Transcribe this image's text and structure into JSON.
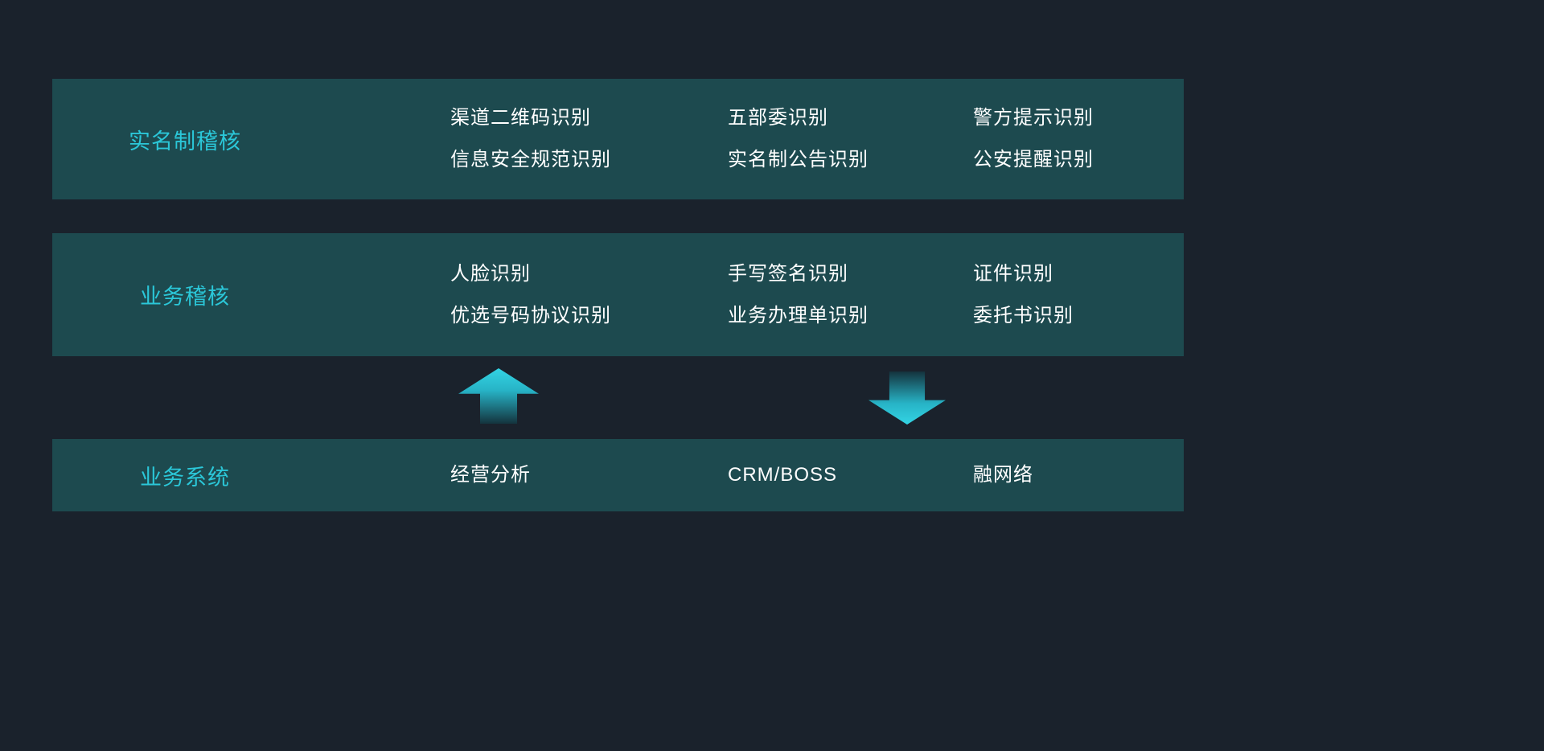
{
  "colors": {
    "background": "#1a222c",
    "band": "#1d4a4f",
    "accent": "#2bc7d8",
    "text": "#ffffff"
  },
  "rows": [
    {
      "label": "实名制稽核",
      "columns": [
        {
          "lines": [
            "渠道二维码识别",
            "信息安全规范识别"
          ]
        },
        {
          "lines": [
            "五部委识别",
            "实名制公告识别"
          ]
        },
        {
          "lines": [
            "警方提示识别",
            "公安提醒识别"
          ]
        }
      ]
    },
    {
      "label": "业务稽核",
      "columns": [
        {
          "lines": [
            "人脸识别",
            "优选号码协议识别"
          ]
        },
        {
          "lines": [
            "手写签名识别",
            "业务办理单识别"
          ]
        },
        {
          "lines": [
            "证件识别",
            "委托书识别"
          ]
        }
      ]
    },
    {
      "label": "业务系统",
      "columns": [
        {
          "lines": [
            "经营分析"
          ]
        },
        {
          "lines": [
            "CRM/BOSS"
          ]
        },
        {
          "lines": [
            "融网络"
          ]
        }
      ]
    }
  ],
  "arrows": [
    {
      "direction": "up"
    },
    {
      "direction": "down"
    }
  ]
}
